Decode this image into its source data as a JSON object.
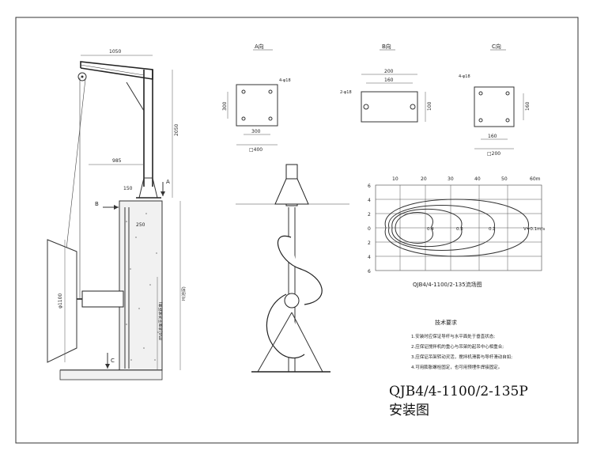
{
  "views": {
    "a": {
      "title": "A向",
      "hole_note": "4-φ18",
      "width": "300",
      "side": "300",
      "outer": "□400"
    },
    "b": {
      "title": "B向",
      "hole_note": "2-φ18",
      "outer_w": "200",
      "inner_w": "160",
      "height": "100"
    },
    "c": {
      "title": "C向",
      "hole_note": "4-φ18",
      "inner": "160",
      "side": "160",
      "outer": "□200"
    }
  },
  "elevation": {
    "top_dim": "1050",
    "height_dim": "2050",
    "reach_dim": "985",
    "dim_150": "150",
    "dim_250": "250",
    "dia": "φ1100",
    "arrow_a": "A",
    "arrow_b": "B",
    "arrow_c": "C",
    "depth_label": "H(池深)",
    "install_label": "856(液面至池底距离)"
  },
  "flow": {
    "x_ticks": [
      "10",
      "20",
      "30",
      "40",
      "50",
      "60m"
    ],
    "y_ticks": [
      "6",
      "4",
      "2",
      "0",
      "2",
      "4",
      "6"
    ],
    "velocity_labels": [
      "0.4",
      "0.3",
      "0.2",
      "V=0.1m/s"
    ],
    "caption": "QJB4/4-1100/2-135流场图"
  },
  "tech": {
    "title": "技术要求",
    "items": [
      "1.安装时应保证导杆与水平面处于垂直状态;",
      "2.应保证搅拌机的重心与吊架的起吊中心相重合;",
      "3.应保证吊架转动灵活，搅拌机滑套与导杆滑动自如;",
      "4.可用膨胀螺栓固定，也可用预埋件焊接固定。"
    ]
  },
  "title_block": {
    "model": "QJB4/4-1100/2-135P",
    "name": "安装图"
  }
}
